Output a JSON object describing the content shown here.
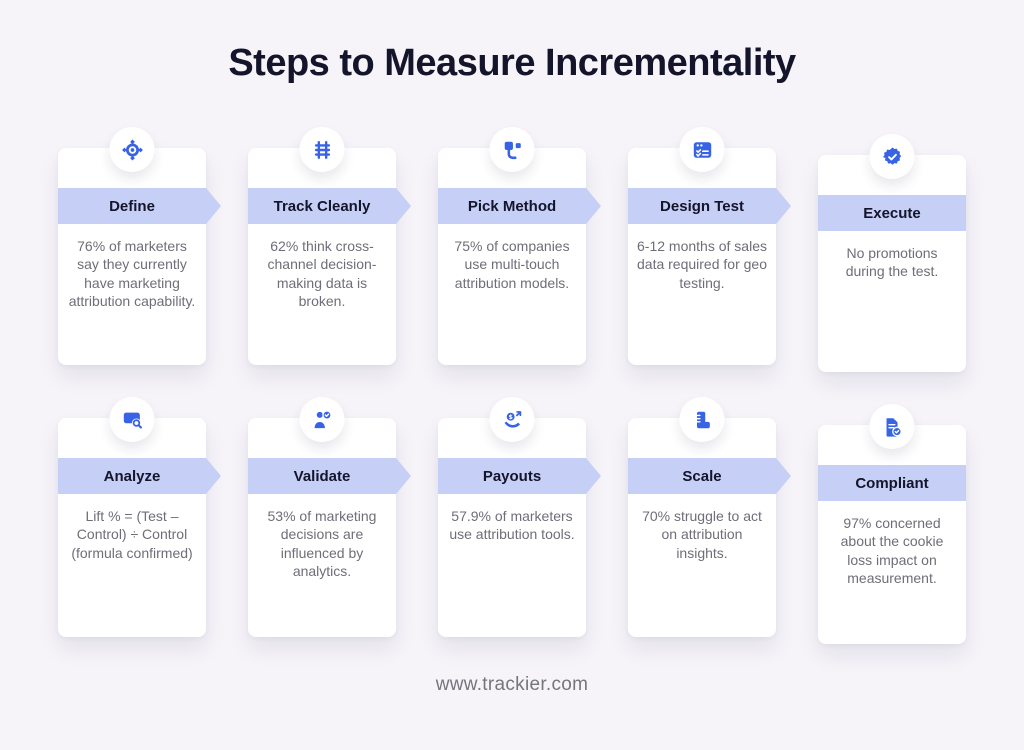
{
  "title": "Steps to Measure Incrementality",
  "footer": {
    "website": "www.trackier.com"
  },
  "colors": {
    "background": "#f6f4f9",
    "card": "#ffffff",
    "banner": "#c6d0f7",
    "icon_blue": "#3763e4",
    "heading_text": "#14142b",
    "body_text": "#6e6e78"
  },
  "steps": [
    {
      "label": "Define",
      "icon": "target-icon",
      "description": "76% of marketers say they currently have marketing attribution capability."
    },
    {
      "label": "Track Cleanly",
      "icon": "railway-track-icon",
      "description": "62% think cross-channel decision-making data is broken."
    },
    {
      "label": "Pick Method",
      "icon": "flowchart-icon",
      "description": "75% of companies use multi-touch attribution models."
    },
    {
      "label": "Design Test",
      "icon": "checklist-icon",
      "description": "6-12 months of sales data required for geo testing."
    },
    {
      "label": "Execute",
      "icon": "verified-badge-icon",
      "description": "No promotions during the test."
    },
    {
      "label": "Analyze",
      "icon": "search-window-icon",
      "description": "Lift % = (Test – Control) ÷ Control (formula confirmed)"
    },
    {
      "label": "Validate",
      "icon": "person-check-icon",
      "description": "53% of marketing decisions are influenced by analytics."
    },
    {
      "label": "Payouts",
      "icon": "hand-coin-icon",
      "description": "57.9% of marketers use attribution tools."
    },
    {
      "label": "Scale",
      "icon": "ruler-icon",
      "description": "70% struggle to act on attribution insights."
    },
    {
      "label": "Compliant",
      "icon": "document-badge-icon",
      "description": "97% concerned about the cookie loss impact on measurement."
    }
  ]
}
